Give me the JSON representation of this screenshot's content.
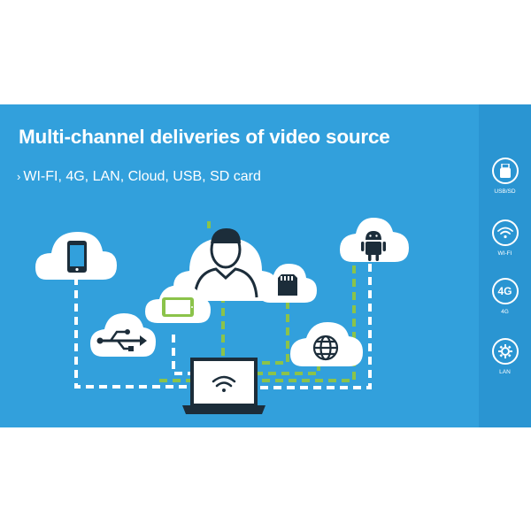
{
  "banner": {
    "title": "Multi-channel deliveries of video source",
    "subtitle": "WI-FI, 4G, LAN, Cloud, USB, SD card"
  },
  "diagram": {
    "nodes": [
      {
        "name": "phone-cloud",
        "icon": "smartphone-icon"
      },
      {
        "name": "user-cloud",
        "icon": "person-icon"
      },
      {
        "name": "tablet-cloud",
        "icon": "tablet-icon"
      },
      {
        "name": "sd-card-cloud",
        "icon": "sd-card-icon"
      },
      {
        "name": "android-cloud",
        "icon": "android-icon"
      },
      {
        "name": "usb-cloud",
        "icon": "usb-icon"
      },
      {
        "name": "globe-cloud",
        "icon": "globe-icon"
      },
      {
        "name": "laptop",
        "icon": "wifi-icon"
      }
    ],
    "colors": {
      "dashed_white": "#ffffff",
      "dashed_green": "#8bc34a",
      "background": "#32a0dc"
    }
  },
  "sidebar": {
    "items": [
      {
        "label": "USB/SD",
        "icon": "usb-stick-icon"
      },
      {
        "label": "WI-FI",
        "icon": "wifi-icon"
      },
      {
        "label": "4G",
        "icon": "4g-icon",
        "badge": "4G"
      },
      {
        "label": "LAN",
        "icon": "lan-icon"
      }
    ]
  }
}
